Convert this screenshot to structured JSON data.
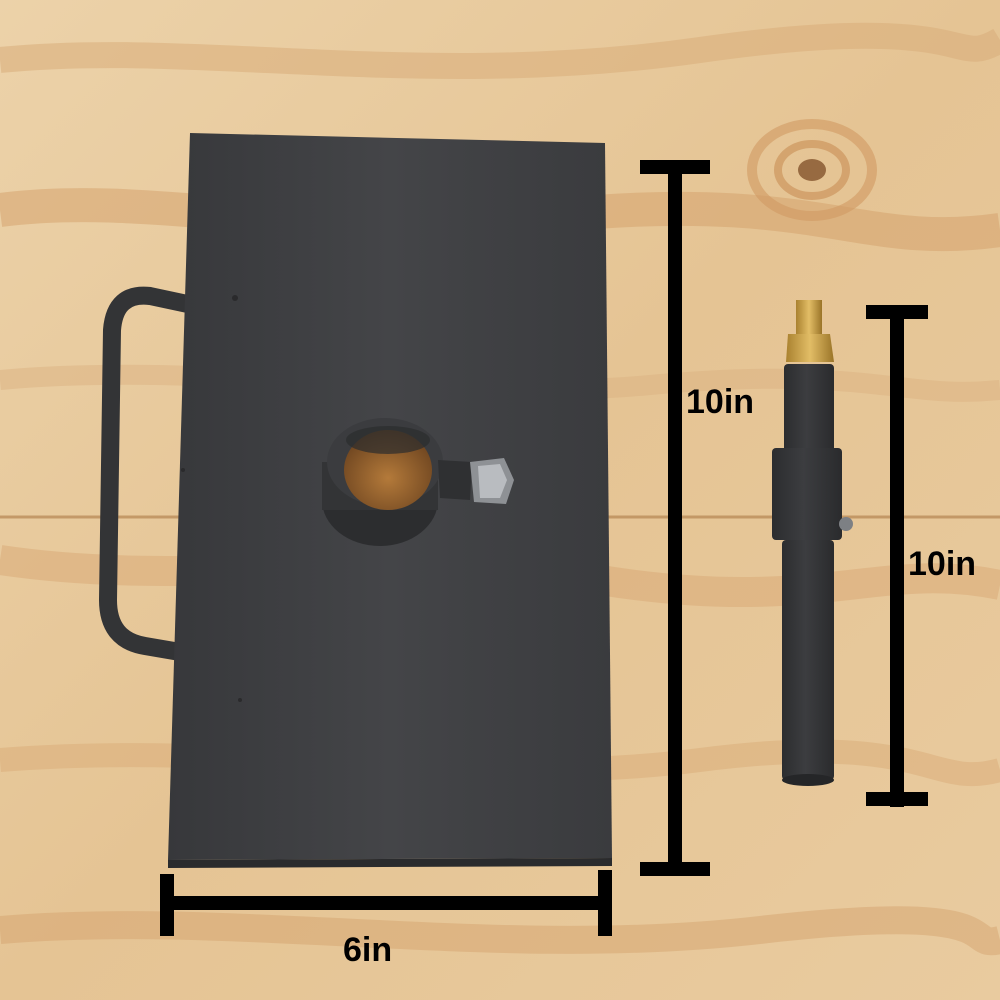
{
  "photo": {
    "subject": "plate-with-handle-and-rod",
    "colors": {
      "wood_light": "#e9cda3",
      "wood_dark": "#d7a774",
      "wood_grain": "#c99866",
      "metal": "#3a3b3d",
      "metal_highlight": "#4a4b4e",
      "brass": "#c9a04a",
      "dimension_line": "#000000"
    }
  },
  "dimensions": {
    "plate_height_label": "10in",
    "rod_height_label": "10in",
    "plate_width_label": "6in"
  }
}
